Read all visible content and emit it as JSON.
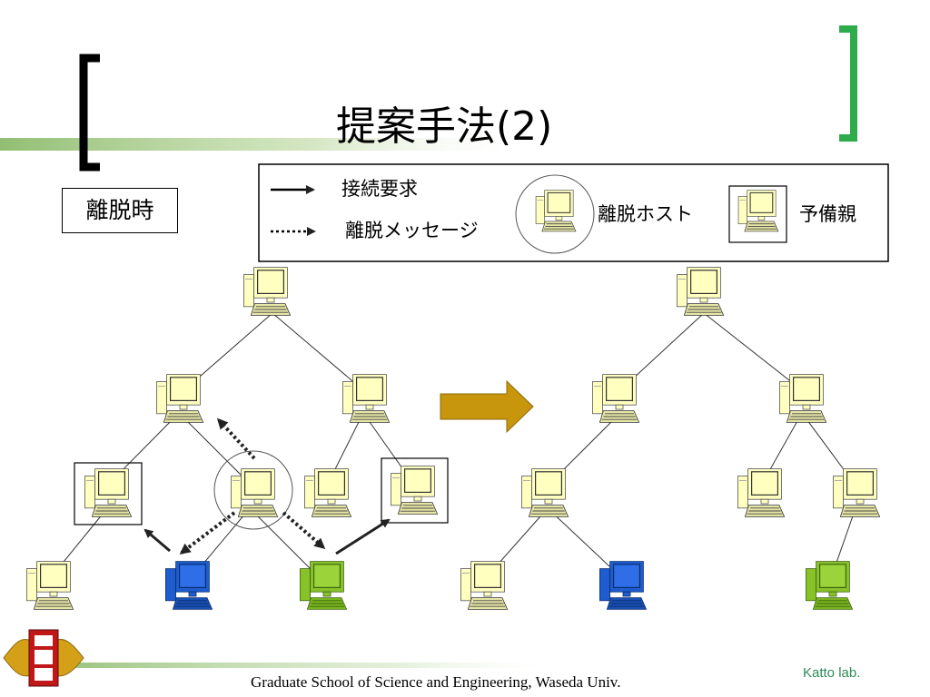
{
  "slide": {
    "title": "提案手法(2)",
    "badge": "離脱時",
    "footer": "Graduate School of Science and Engineering, Waseda Univ.",
    "lab": "Katto lab."
  },
  "legend": {
    "connection_request": "接続要求",
    "leave_message": "離脱メッセージ",
    "leaving_host": "離脱ホスト",
    "backup_parent": "予備親"
  },
  "colors": {
    "accent_green": "#2eab4a",
    "title_bar": "#7fb35a",
    "monitor_beige": "#ffffc0",
    "monitor_blue": "#1f5ccf",
    "monitor_green": "#88c22a",
    "process_arrow": "#c8960c"
  },
  "icons": [
    "computer-icon",
    "left-bracket-icon",
    "right-bracket-icon",
    "right-arrow-icon",
    "university-logo-icon"
  ]
}
